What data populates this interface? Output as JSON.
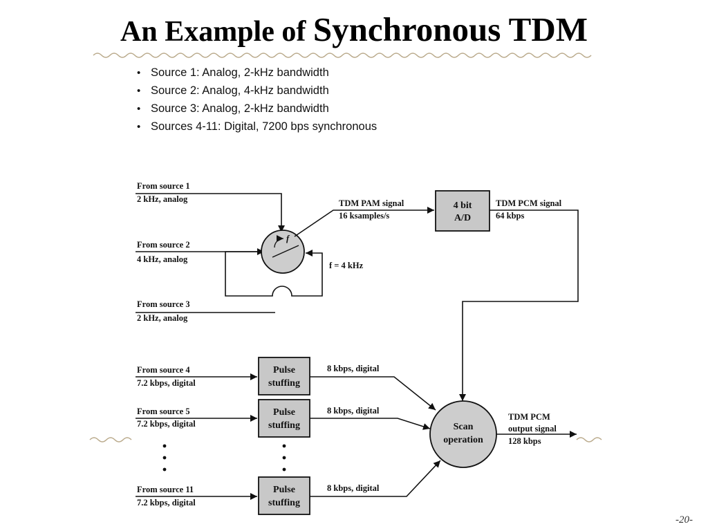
{
  "title": {
    "part1": "An Example of ",
    "part2": "Synchronous TDM"
  },
  "bullets": [
    "Source 1: Analog, 2-kHz bandwidth",
    "Source 2: Analog, 4-kHz bandwidth",
    "Source 3: Analog, 2-kHz bandwidth",
    "Sources 4-11: Digital, 7200 bps synchronous"
  ],
  "diagram": {
    "source1": {
      "name": "From source 1",
      "desc": "2 kHz, analog"
    },
    "source2": {
      "name": "From source 2",
      "desc": "4 kHz, analog"
    },
    "source3": {
      "name": "From source 3",
      "desc": "2 kHz, analog"
    },
    "source4": {
      "name": "From source 4",
      "desc": "7.2 kbps, digital"
    },
    "source5": {
      "name": "From source 5",
      "desc": "7.2 kbps, digital"
    },
    "source11": {
      "name": "From source 11",
      "desc": "7.2 kbps, digital"
    },
    "commutator_label": "f",
    "commutator_rate": "f = 4 kHz",
    "pam_signal": {
      "line1": "TDM PAM signal",
      "line2": "16 ksamples/s"
    },
    "ad_box": {
      "line1": "4 bit",
      "line2": "A/D"
    },
    "pcm_signal": {
      "line1": "TDM PCM signal",
      "line2": "64 kbps"
    },
    "pulse_stuffing": {
      "line1": "Pulse",
      "line2": "stuffing"
    },
    "digital_rate": "8 kbps, digital",
    "scan": {
      "line1": "Scan",
      "line2": "operation"
    },
    "output": {
      "line1": "TDM PCM",
      "line2": "output signal",
      "line3": "128 kbps"
    }
  },
  "page_number": "-20-",
  "colors": {
    "box_fill": "#c8c8c8",
    "circle_fill": "#cdcdcd",
    "ink": "#111111",
    "wave": "#b9a98a"
  }
}
